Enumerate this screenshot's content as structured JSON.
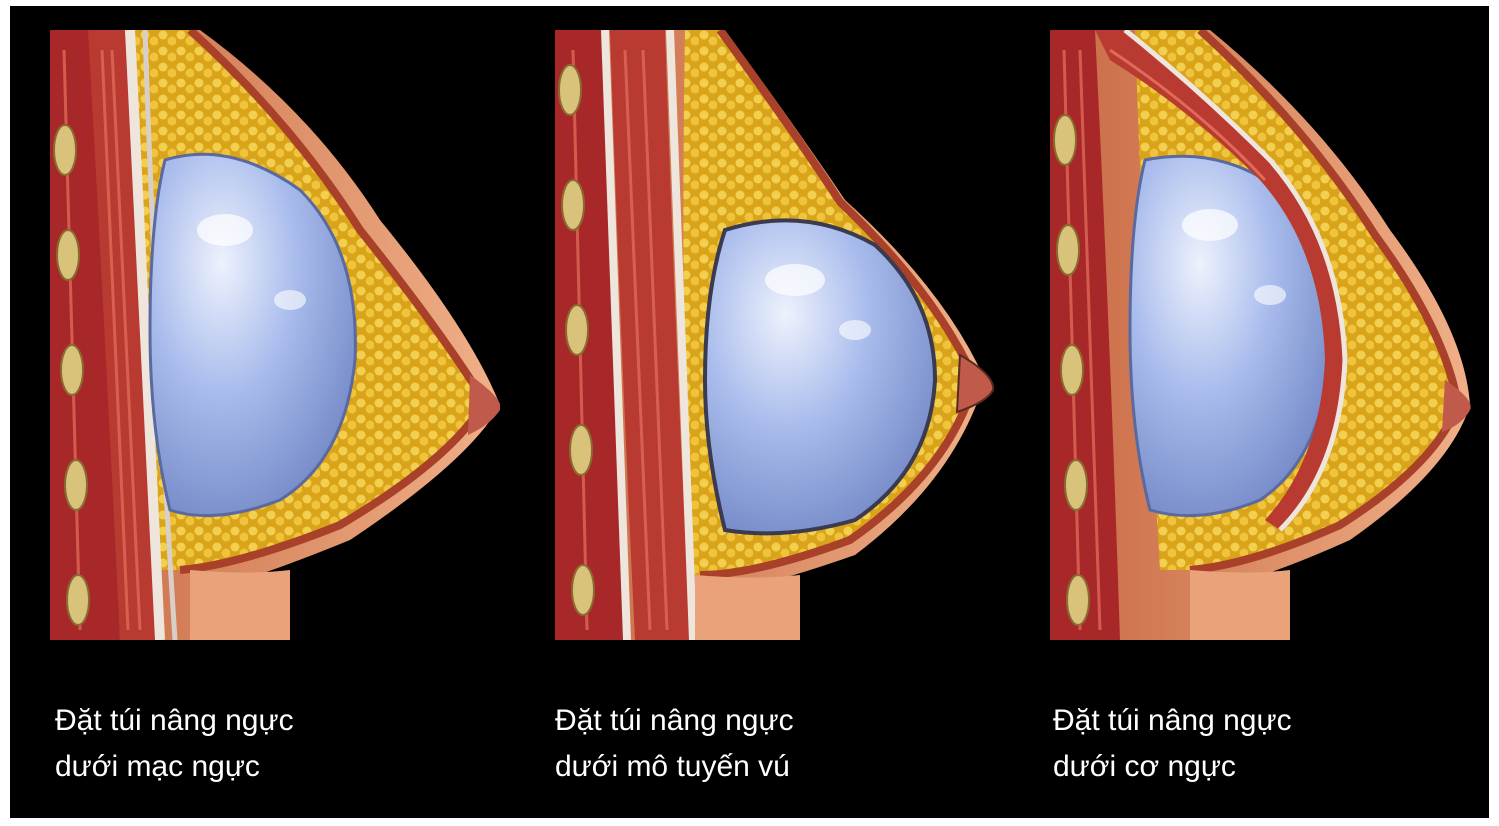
{
  "figure": {
    "background_color": "#000000",
    "panels": [
      {
        "id": "subfascial",
        "caption_line1": "Đặt túi nâng ngực",
        "caption_line2": "dưới mạc ngực"
      },
      {
        "id": "subglandular",
        "caption_line1": "Đặt túi nâng ngực",
        "caption_line2": "dưới mô tuyến vú"
      },
      {
        "id": "submuscular",
        "caption_line1": "Đặt túi nâng ngực",
        "caption_line2": "dưới cơ ngực"
      }
    ],
    "colors": {
      "skin": "#e8a070",
      "skin_shadow": "#c8744a",
      "fat": "#e0b020",
      "fat_dot": "#f5d860",
      "muscle": "#b8302a",
      "muscle_stripe": "#d85848",
      "fascia": "#e8e0d8",
      "implant": "#9fb3e6",
      "implant_highlight": "#e8eefc",
      "rib": "#d8c070"
    }
  }
}
